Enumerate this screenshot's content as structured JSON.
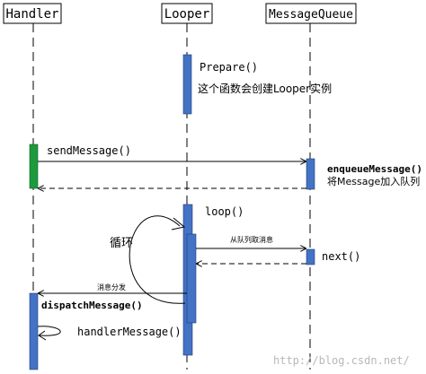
{
  "participants": [
    {
      "id": "handler",
      "label": "Handler"
    },
    {
      "id": "looper",
      "label": "Looper"
    },
    {
      "id": "queue",
      "label": "MessageQueue"
    }
  ],
  "notes": {
    "prepare": "Prepare()",
    "prepare_desc": "这个函数会创建Looper实例",
    "enqueue": "enqueueMessage()",
    "enqueue_desc": "将Message加入队列",
    "loop": "loop()",
    "cycle": "循环",
    "next": "next()",
    "dispatch": "dispatchMessage()",
    "handle": "handlerMessage()"
  },
  "messages": {
    "send": "sendMessage()",
    "fetch": "从队列取消息",
    "distribute": "消息分发"
  },
  "watermark": "http://blog.csdn.net/",
  "colors": {
    "activation_blue": "#4472c4",
    "activation_green": "#1e9a3e",
    "line": "#000000"
  }
}
